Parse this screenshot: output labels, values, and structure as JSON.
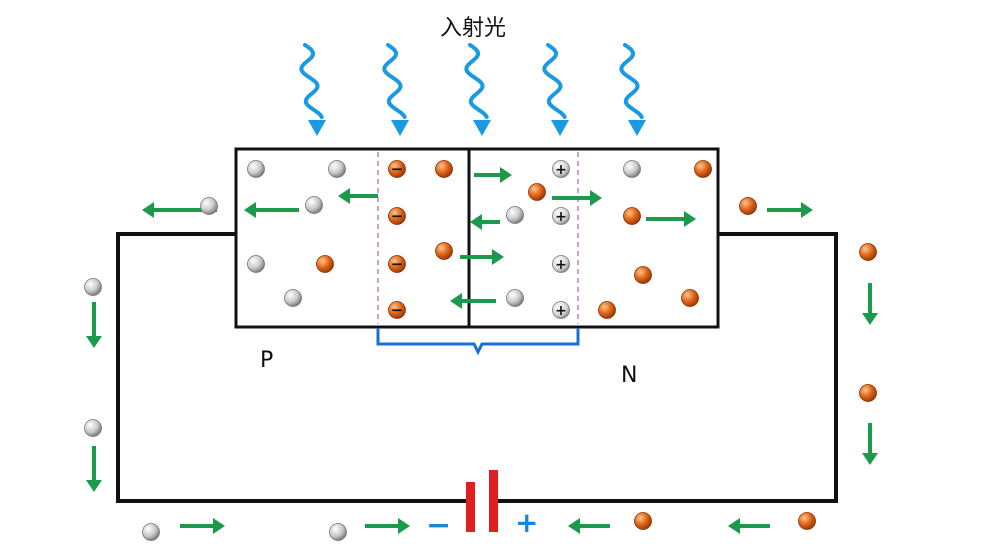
{
  "title": "入射光",
  "p_label": "P",
  "n_label": "N",
  "battery": {
    "minus_symbol": "−",
    "plus_symbol": "+"
  },
  "charge_symbols": {
    "negative": "−",
    "positive": "+"
  },
  "colors": {
    "light": "#1a9ae0",
    "arrow": "#1a9a4a",
    "electron": "#d95e14",
    "hole": "#cfcfcf",
    "wire": "#111111",
    "battery": "#e02020",
    "brace": "#1a6fd6",
    "boundary": "#c080c0"
  }
}
